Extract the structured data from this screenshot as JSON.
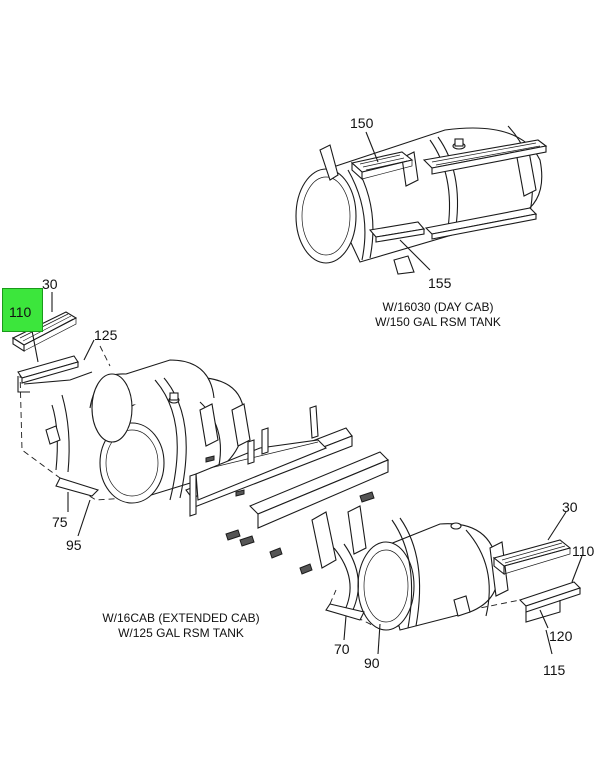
{
  "highlight_color": "#3ce63c",
  "top_assembly": {
    "callouts": {
      "c150": "150",
      "c155": "155"
    },
    "caption_line1": "W/16030 (DAY CAB)",
    "caption_line2": "W/150 GAL RSM TANK"
  },
  "bottom_assembly": {
    "callouts": {
      "c30_left": "30",
      "c110_left": "110",
      "c125": "125",
      "c75": "75",
      "c95": "95",
      "c30_right": "30",
      "c110_right": "110",
      "c120": "120",
      "c115": "115",
      "c70": "70",
      "c90": "90"
    },
    "caption_line1": "W/16CAB (EXTENDED CAB)",
    "caption_line2": "W/125 GAL RSM TANK"
  }
}
